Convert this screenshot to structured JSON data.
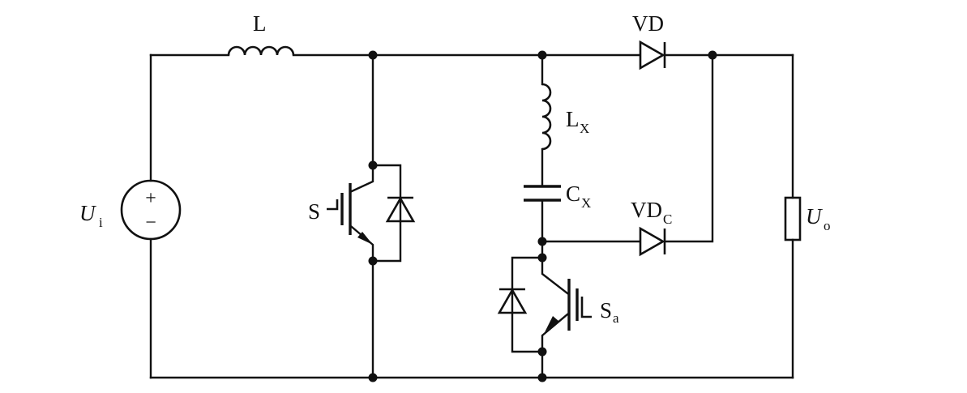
{
  "labels": {
    "inductor_main": "L",
    "source_name": "U",
    "source_sub": "i",
    "source_plus": "+",
    "source_minus": "−",
    "switch_main": "S",
    "inductor_aux": "L",
    "inductor_aux_sub": "X",
    "capacitor_aux": "C",
    "capacitor_aux_sub": "X",
    "diode_main": "VD",
    "diode_clamp": "VD",
    "diode_clamp_sub": "C",
    "switch_aux": "S",
    "switch_aux_sub": "a",
    "output_name": "U",
    "output_sub": "o"
  },
  "colors": {
    "ink": "#111111",
    "background": "#ffffff"
  }
}
